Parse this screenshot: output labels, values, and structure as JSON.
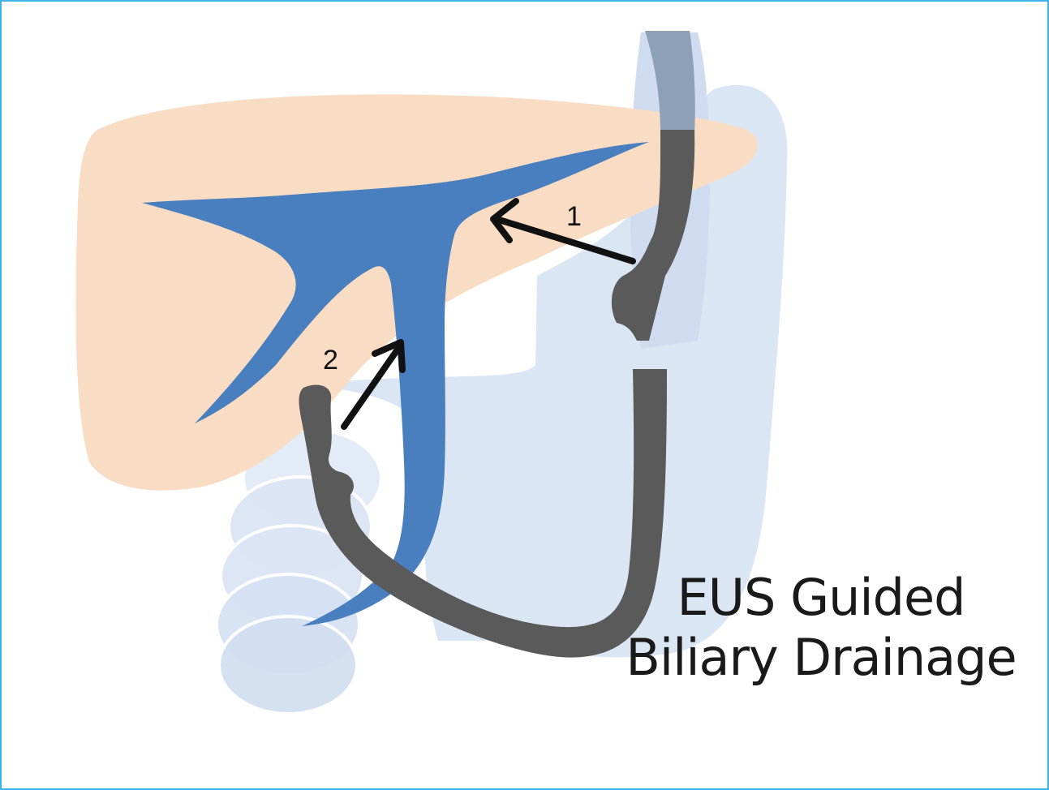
{
  "title": {
    "line1": "EUS Guided",
    "line2": "Biliary Drainage"
  },
  "markers": {
    "first": "1",
    "second": "2"
  },
  "colors": {
    "frame_border": "#3fb3e8",
    "liver": "#f9dcc4",
    "stomach_duodenum": "#dbe6f4",
    "bile_duct": "#4a7fbf",
    "endoscope": "#5a5a5a",
    "scope_upper": "#8e9fb8",
    "arrows": "#111111"
  }
}
